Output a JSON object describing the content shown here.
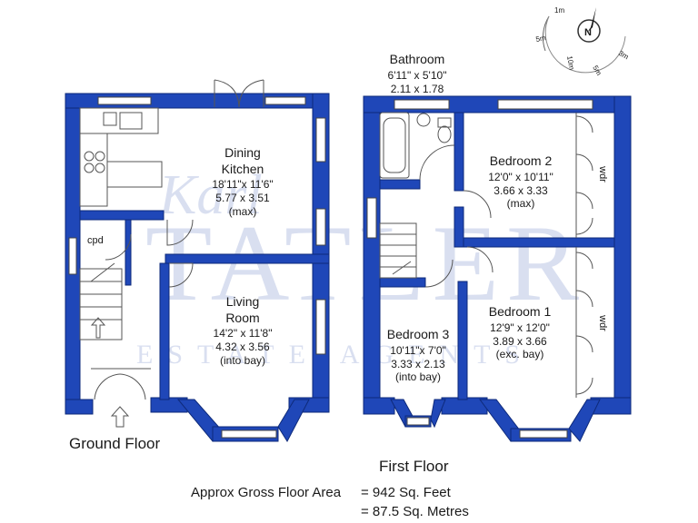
{
  "watermark": {
    "script": "Karl",
    "name": "TATLER",
    "tagline": "ESTATE AGENTS"
  },
  "compass": {
    "north": "N",
    "tick_labels": [
      "1m",
      "5m",
      "3m",
      "5m",
      "10m"
    ]
  },
  "ground_floor": {
    "title": "Ground Floor",
    "cpd": "cpd",
    "dining_kitchen": {
      "line1": "Dining",
      "line2": "Kitchen",
      "imperial": "18'11\"x 11'6\"",
      "metric": "5.77 x 3.51",
      "note": "(max)"
    },
    "living_room": {
      "line1": "Living",
      "line2": "Room",
      "imperial": "14'2\" x 11'8\"",
      "metric": "4.32 x 3.56",
      "note": "(into bay)"
    }
  },
  "first_floor": {
    "title": "First Floor",
    "bathroom": {
      "name": "Bathroom",
      "imperial": "6'11\" x 5'10\"",
      "metric": "2.11 x 1.78"
    },
    "bedroom2": {
      "name": "Bedroom 2",
      "imperial": "12'0\" x 10'11\"",
      "metric": "3.66 x 3.33",
      "note": "(max)",
      "wardrobe": "wdr"
    },
    "bedroom1": {
      "name": "Bedroom 1",
      "imperial": "12'9\" x 12'0\"",
      "metric": "3.89 x 3.66",
      "note": "(exc. bay)",
      "wardrobe": "wdr"
    },
    "bedroom3": {
      "name": "Bedroom 3",
      "imperial": "10'11\"x 7'0\"",
      "metric": "3.33 x 2.13",
      "note": "(into bay)"
    }
  },
  "area": {
    "label": "Approx Gross Floor Area",
    "line1": "=  942  Sq. Feet",
    "line2": "=  87.5  Sq. Metres"
  },
  "colors": {
    "wall": "#1f47b8",
    "watermark": "#d9dff0"
  }
}
